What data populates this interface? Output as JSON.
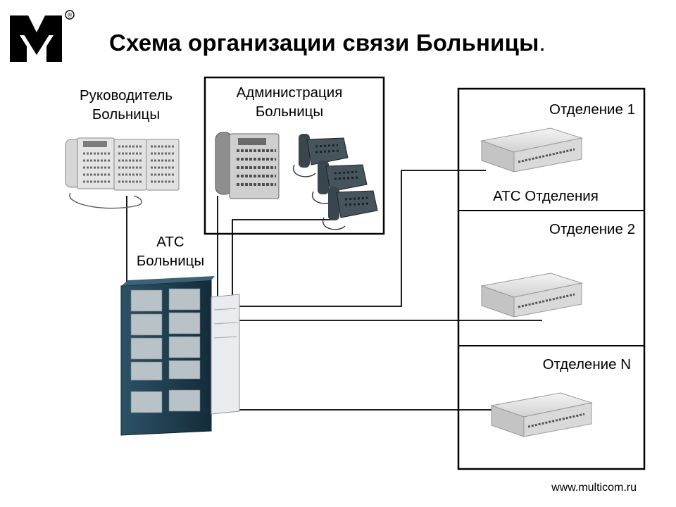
{
  "title": "Схема организации связи Больницы",
  "title_period": ".",
  "logo": {
    "mark": "M",
    "registered": "®"
  },
  "labels": {
    "director": [
      "Руководитель",
      "Больницы"
    ],
    "administration": [
      "Администрация",
      "Больницы"
    ],
    "central_pbx": [
      "АТС",
      "Больницы"
    ],
    "department_1": "Отделение 1",
    "department_pbx": "АТС Отделения",
    "department_2": "Отделение 2",
    "department_n": "Отделение N"
  },
  "footer": "www.multicom.ru",
  "colors": {
    "line": "#000000",
    "rack": "#1c3a4c",
    "device": "#e3e3e3"
  }
}
